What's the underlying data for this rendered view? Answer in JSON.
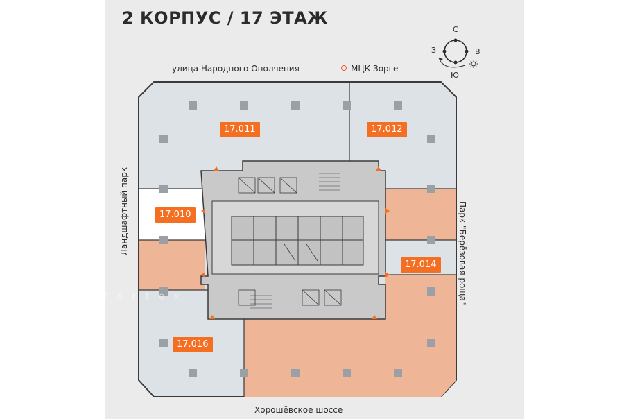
{
  "header": {
    "title": "2 КОРПУС / 17 ЭТАЖ"
  },
  "streets": {
    "top": "улица Народного Ополчения",
    "bottom": "Хорошёвское шоссе",
    "left": "Ландшафтный парк",
    "right": "Парк \"Берёзовая роща\""
  },
  "metro": {
    "label": "МЦК Зорге",
    "color": "#e8562a"
  },
  "compass": {
    "north": "С",
    "east": "В",
    "south": "Ю",
    "west": "З",
    "icon": "sun-icon"
  },
  "units": [
    {
      "id": "17.011",
      "status_color": "#ebeef1"
    },
    {
      "id": "17.012",
      "status_color": "#ebeef1"
    },
    {
      "id": "17.010",
      "status_color": "#ffffff"
    },
    {
      "id": "17.014",
      "status_color": "#ebeef1"
    },
    {
      "id": "17.016",
      "status_color": "#ebeef1"
    }
  ],
  "colors": {
    "accent": "#f46f22",
    "unit_sold": "#efb597",
    "unit_available": "#dde2e7",
    "core": "#c9c9c9",
    "background": "#ebebeb"
  },
  "watermark": "fortex"
}
